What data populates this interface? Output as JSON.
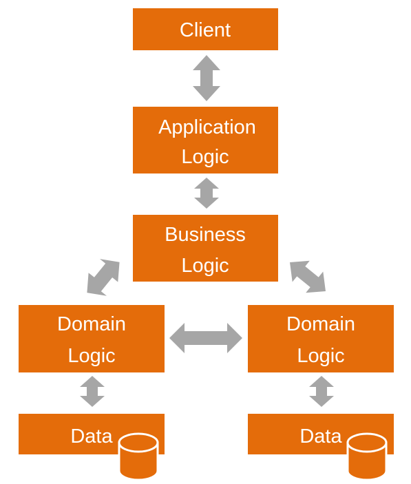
{
  "colors": {
    "box": "#e46c0a",
    "arrow": "#a6a6a6",
    "text": "#ffffff"
  },
  "nodes": {
    "client": {
      "lines": [
        "Client"
      ]
    },
    "application": {
      "lines": [
        "Application",
        "Logic"
      ]
    },
    "business": {
      "lines": [
        "Business",
        "Logic"
      ]
    },
    "domain_left": {
      "lines": [
        "Domain",
        "Logic"
      ]
    },
    "domain_right": {
      "lines": [
        "Domain",
        "Logic"
      ]
    },
    "data_left": {
      "lines": [
        "Data"
      ],
      "icon": "database-icon"
    },
    "data_right": {
      "lines": [
        "Data"
      ],
      "icon": "database-icon"
    }
  },
  "connections": [
    {
      "from": "client",
      "to": "application",
      "direction": "bidirectional"
    },
    {
      "from": "application",
      "to": "business",
      "direction": "bidirectional"
    },
    {
      "from": "business",
      "to": "domain_left",
      "direction": "bidirectional"
    },
    {
      "from": "business",
      "to": "domain_right",
      "direction": "bidirectional"
    },
    {
      "from": "domain_left",
      "to": "domain_right",
      "direction": "bidirectional"
    },
    {
      "from": "domain_left",
      "to": "data_left",
      "direction": "bidirectional"
    },
    {
      "from": "domain_right",
      "to": "data_right",
      "direction": "bidirectional"
    }
  ]
}
